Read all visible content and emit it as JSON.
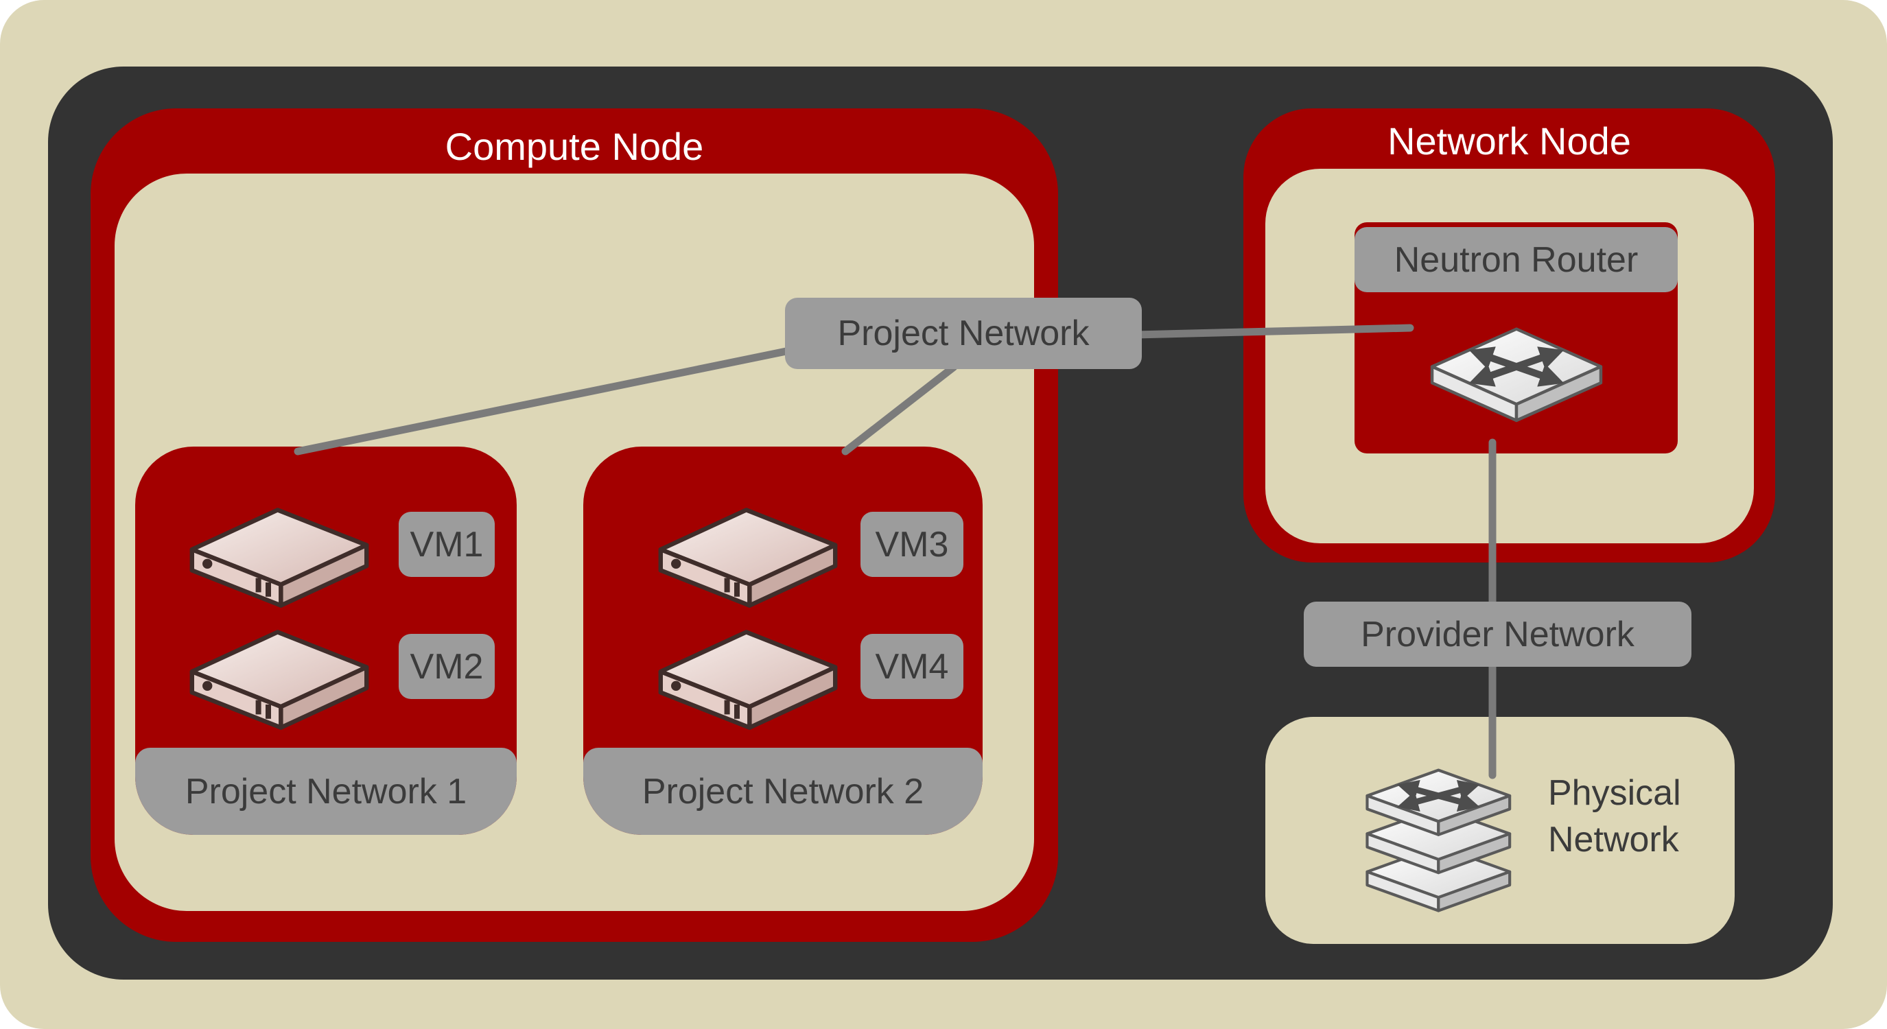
{
  "colors": {
    "background_beige": "#ddd7b7",
    "panel_dark": "#333333",
    "node_red": "#a30000",
    "label_gray": "#9c9c9c",
    "label_text": "#3b3b3b",
    "title_text": "#ffffff",
    "connector_gray": "#7b7b7b"
  },
  "compute_node": {
    "title": "Compute Node",
    "project_network_label": "Project Network",
    "project_networks": [
      {
        "label": "Project Network 1",
        "vms": [
          {
            "label": "VM1"
          },
          {
            "label": "VM2"
          }
        ]
      },
      {
        "label": "Project Network 2",
        "vms": [
          {
            "label": "VM3"
          },
          {
            "label": "VM4"
          }
        ]
      }
    ]
  },
  "network_node": {
    "title": "Network Node",
    "router_label": "Neutron Router",
    "provider_network_label": "Provider Network",
    "physical_network_label": "Physical Network"
  }
}
